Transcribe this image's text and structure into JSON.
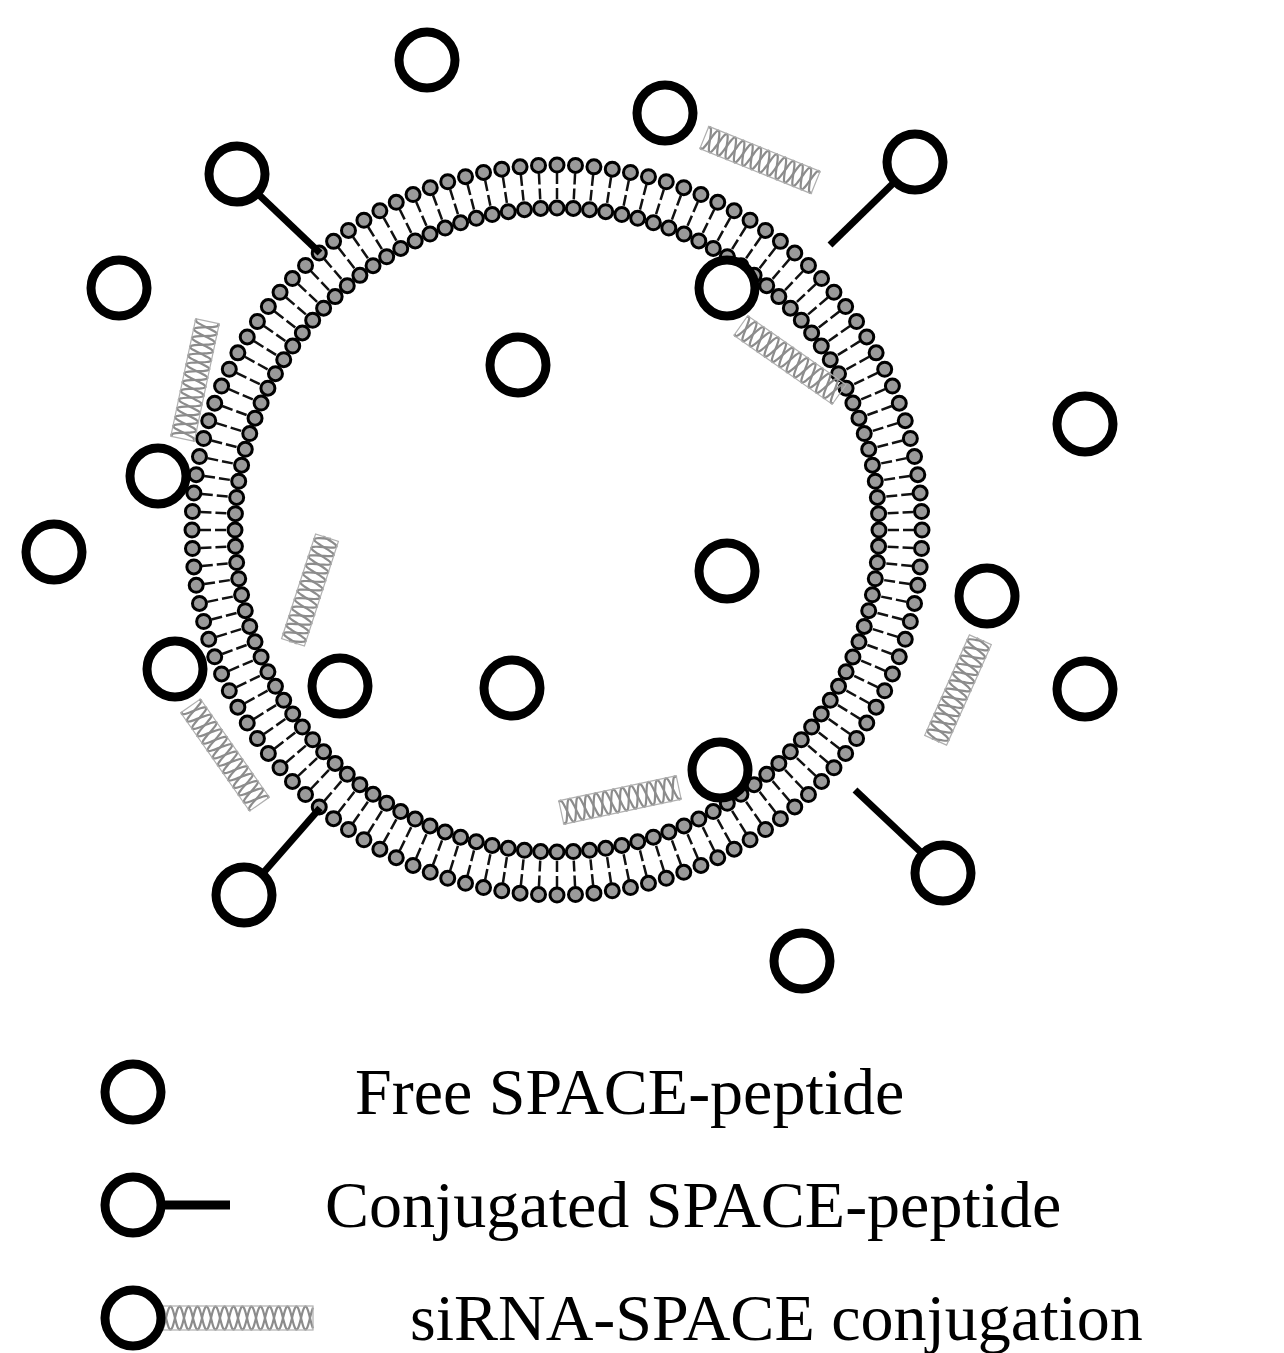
{
  "diagram": {
    "legend": [
      {
        "text": "Free SPACE-peptide"
      },
      {
        "text": "Conjugated SPACE-peptide"
      },
      {
        "text": "siRNA-SPACE conjugation"
      }
    ]
  }
}
